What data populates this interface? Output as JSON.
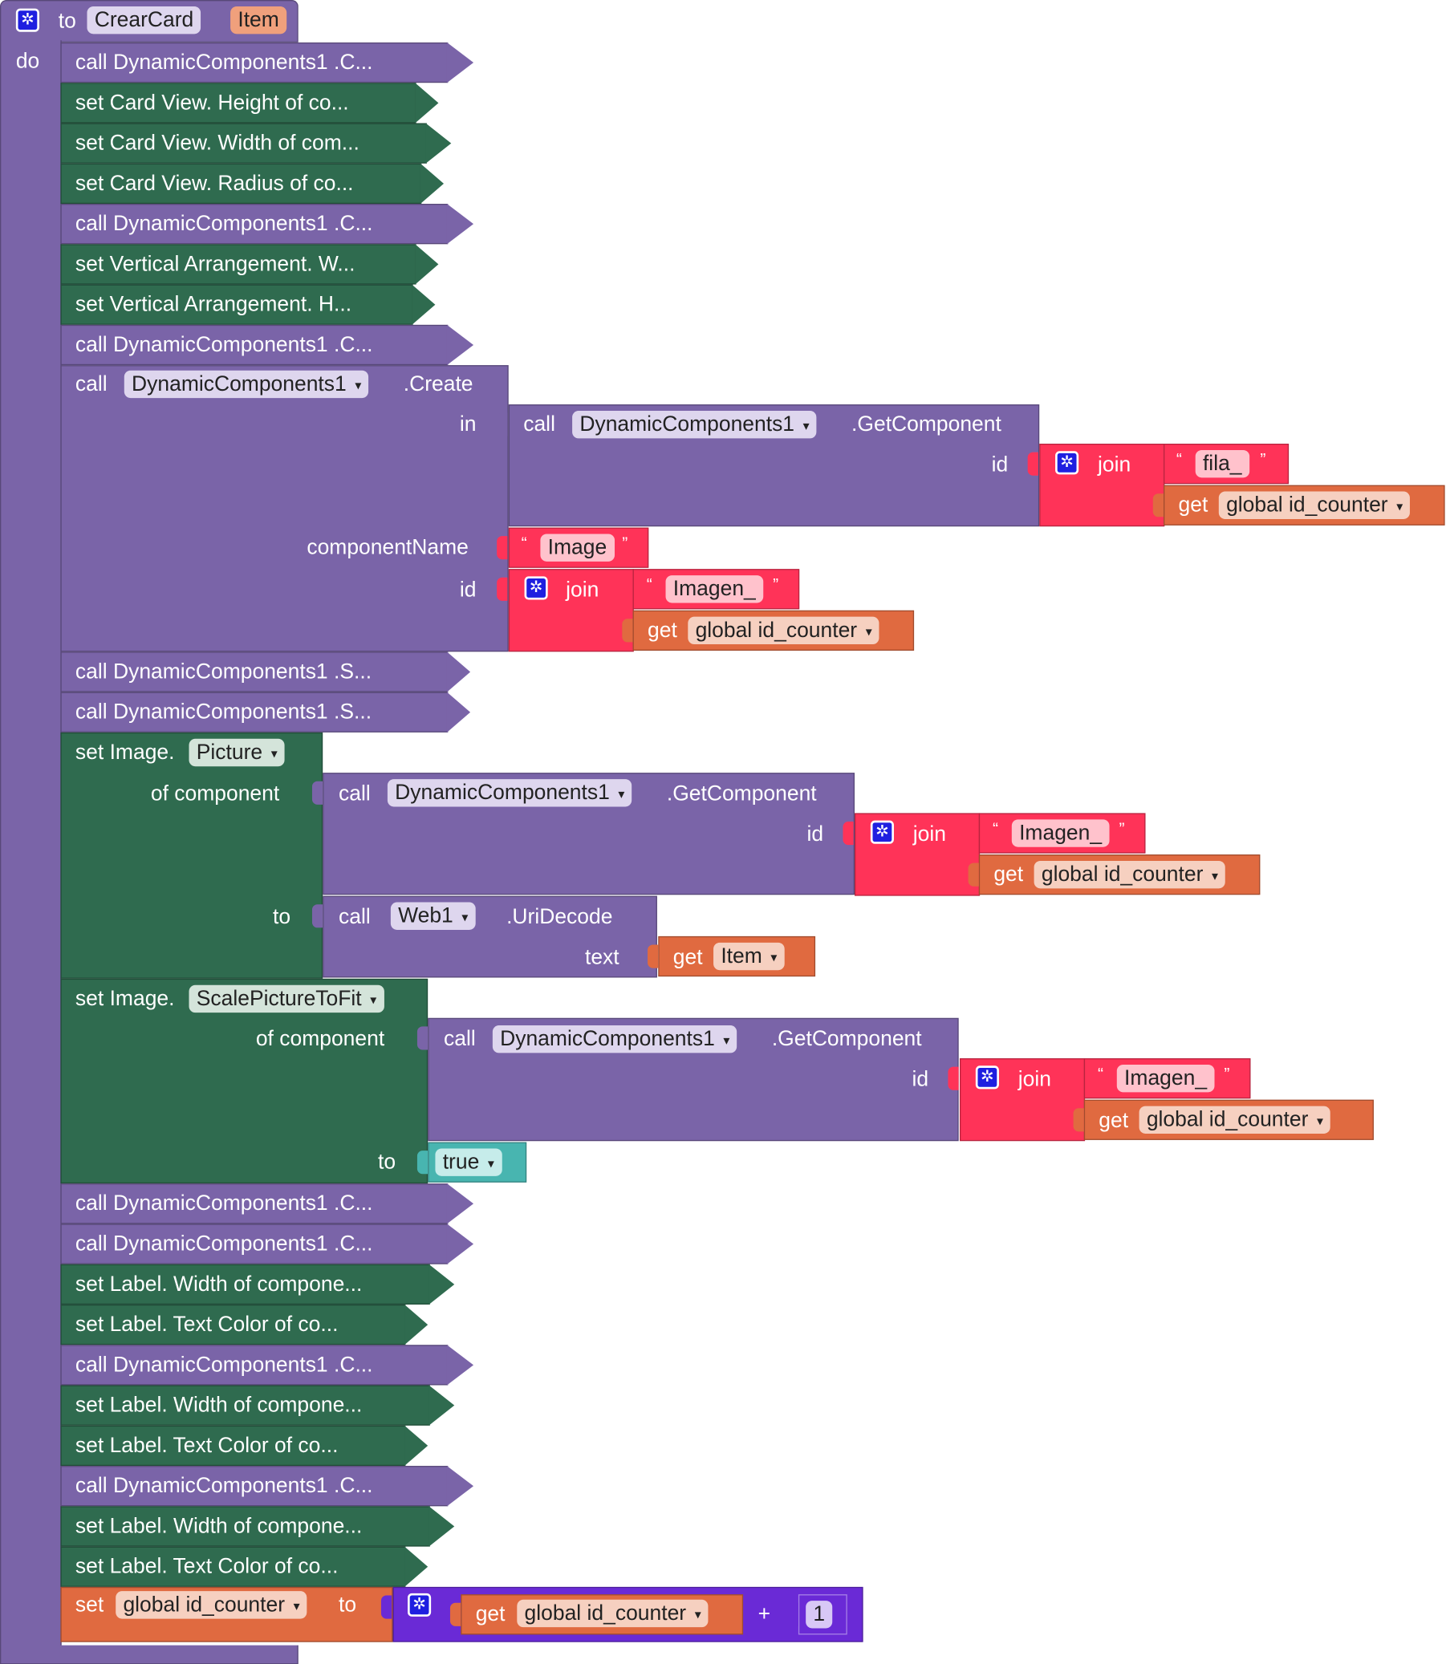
{
  "procedure": {
    "to_label": "to",
    "name": "CrearCard",
    "param": "Item",
    "do_label": "do"
  },
  "colors": {
    "procedure": "#7a64a8",
    "component_call": "#7a64a8",
    "setter": "#2f6b4f",
    "text": "#ff3358",
    "variable": "#e06a40",
    "logic": "#48b5b0",
    "math": "#6a2ad6"
  },
  "statements": [
    "call  DynamicComponents1 .C...",
    "set Card View. Height of co...",
    "set Card View. Width of com...",
    "set Card View. Radius of co...",
    "call  DynamicComponents1 .C...",
    "set Vertical Arrangement. W...",
    "set Vertical Arrangement. H...",
    "call  DynamicComponents1 .C..."
  ],
  "create_block": {
    "call": "call",
    "component": "DynamicComponents1",
    "method": ".Create",
    "in_label": "in",
    "getcomp": {
      "call": "call",
      "component": "DynamicComponents1",
      "method": ".GetComponent",
      "id_label": "id",
      "join": "join",
      "text_open": "“",
      "text_close": "”",
      "text": "fila_",
      "get": "get",
      "var": "global id_counter"
    },
    "componentName_label": "componentName",
    "componentName": "Image",
    "id_label": "id",
    "join": "join",
    "id_text": "Imagen_",
    "get": "get",
    "var": "global id_counter"
  },
  "statements2": [
    "call  DynamicComponents1 .S...",
    "call  DynamicComponents1 .S..."
  ],
  "set_picture": {
    "set": "set Image.",
    "prop": "Picture",
    "of_component": "of component",
    "call": "call",
    "component": "DynamicComponents1",
    "method": ".GetComponent",
    "id_label": "id",
    "join": "join",
    "text": "Imagen_",
    "get": "get",
    "var": "global id_counter",
    "to_label": "to",
    "web": "Web1",
    "uri": ".UriDecode",
    "text_label": "text",
    "get2": "get",
    "item": "Item"
  },
  "set_scale": {
    "set": "set Image.",
    "prop": "ScalePictureToFit",
    "of_component": "of component",
    "call": "call",
    "component": "DynamicComponents1",
    "method": ".GetComponent",
    "id_label": "id",
    "join": "join",
    "text": "Imagen_",
    "get": "get",
    "var": "global id_counter",
    "to_label": "to",
    "value": "true"
  },
  "statements3": [
    "call  DynamicComponents1 .C...",
    "call  DynamicComponents1 .C...",
    "set Label. Width of compone...",
    "set Label. Text Color of co...",
    "call  DynamicComponents1 .C...",
    "set Label. Width of compone...",
    "set Label. Text Color of co...",
    "call  DynamicComponents1 .C...",
    "set Label. Width of compone...",
    "set Label. Text Color of co..."
  ],
  "set_counter": {
    "set": "set",
    "var": "global id_counter",
    "to": "to",
    "get": "get",
    "var2": "global id_counter",
    "op": "+",
    "num": "1"
  }
}
